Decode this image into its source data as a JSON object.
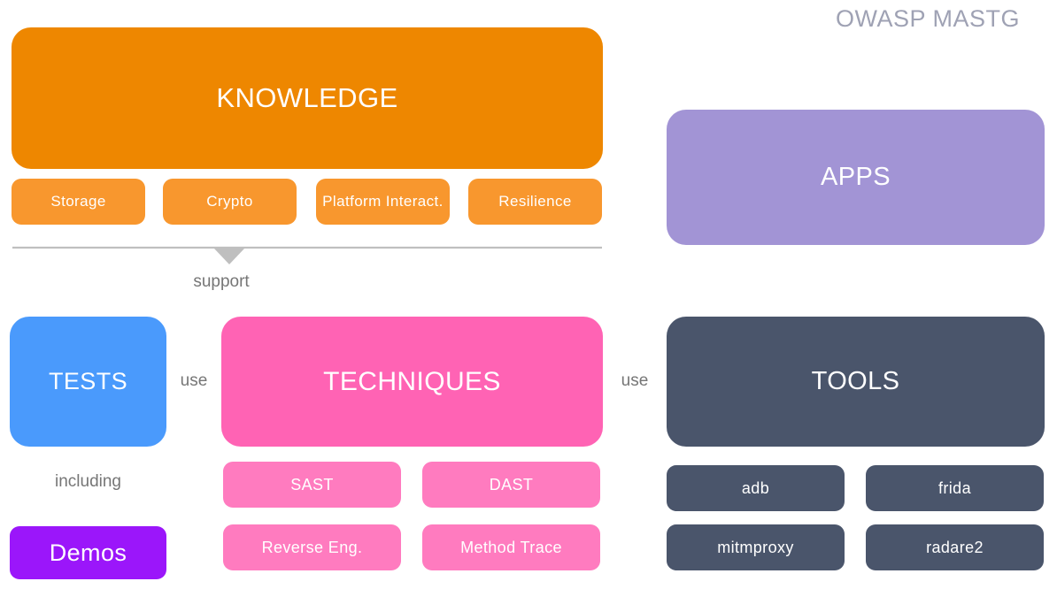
{
  "header": {
    "title": "OWASP MASTG",
    "title_color": "#9fa2b4"
  },
  "diagram": {
    "type": "block-diagram",
    "background": "#ffffff",
    "knowledge": {
      "label": "KNOWLEDGE",
      "color": "#ee8700",
      "sub_color": "#f8972e",
      "items": [
        {
          "label": "Storage"
        },
        {
          "label": "Crypto"
        },
        {
          "label": "Platform Interact."
        },
        {
          "label": "Resilience"
        }
      ]
    },
    "apps": {
      "label": "APPS",
      "color": "#a294d5"
    },
    "tests": {
      "label": "TESTS",
      "color": "#4a9afc"
    },
    "demos": {
      "label": "Demos",
      "color": "#9b16fa"
    },
    "techniques": {
      "label": "TECHNIQUES",
      "color": "#ff63b4",
      "sub_color": "#ff7bbf",
      "items": [
        {
          "label": "SAST"
        },
        {
          "label": "DAST"
        },
        {
          "label": "Reverse Eng."
        },
        {
          "label": "Method Trace"
        }
      ]
    },
    "tools": {
      "label": "TOOLS",
      "color": "#4a556b",
      "sub_color": "#4a556b",
      "items": [
        {
          "label": "adb"
        },
        {
          "label": "frida"
        },
        {
          "label": "mitmproxy"
        },
        {
          "label": "radare2"
        }
      ]
    },
    "edges": [
      {
        "label": "support",
        "from": "knowledge",
        "to": "techniques",
        "style": "line-with-arrowhead",
        "color": "#b3b3b3"
      },
      {
        "label": "use",
        "from": "tests",
        "to": "techniques",
        "style": "text-only"
      },
      {
        "label": "use",
        "from": "techniques",
        "to": "tools",
        "style": "text-only"
      },
      {
        "label": "including",
        "from": "tests",
        "to": "demos",
        "style": "text-only"
      }
    ],
    "edge_label_color": "#767676"
  }
}
